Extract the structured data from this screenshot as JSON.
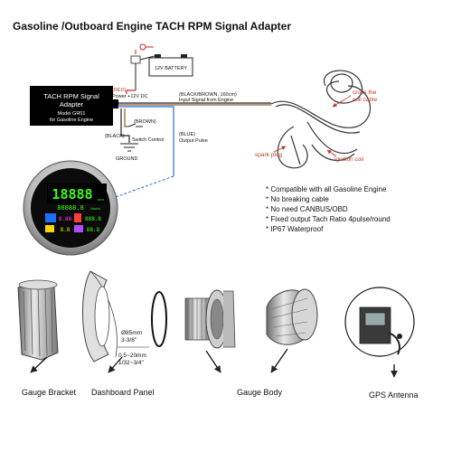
{
  "title": "Gasoline /Outboard Engine TACH RPM Signal Adapter",
  "adapter": {
    "line1": "TACH RPM Signal",
    "line2": "Adapter",
    "model": "Model GR01",
    "purpose": "for Gasoline Engine"
  },
  "battery_label": "12V BATTERY",
  "wires": {
    "red_color": "(RED)",
    "red_desc": "Power +12V DC",
    "input_color": "(BLACK/BROWN, 160cm)",
    "input_desc": "Input Signal from Engine",
    "brown_color": "(BROWN)",
    "brown_desc": "Switch Control",
    "black_color": "(BLACK)",
    "ground": "GROUND",
    "blue_color": "(BLUE)",
    "blue_desc": "Output Pulse"
  },
  "engine": {
    "cross_line1": "cross the",
    "cross_line2": "coil cable",
    "spark_plug": "spark plug",
    "ignition_coil": "ignition coil"
  },
  "gauge_display": {
    "rpm": "18888",
    "rpm_unit": "rpm",
    "hours": "88888.8",
    "hours_unit": "Hours",
    "v1": "8.88",
    "v2": "888.8",
    "v3": "8.8",
    "v4": "88.8"
  },
  "features": [
    "* Compatible with all Gasoline Engine",
    "* No breaking cable",
    "* No need CANBUS/OBD",
    "* Fixed output Tach Ratio 4pulse/round",
    "* IP67 Waterproof"
  ],
  "dimensions": {
    "diameter": "Ø85mm",
    "diameter_in": "3-3/8\"",
    "thickness": "0.5~20mm",
    "thickness_in": "1/32~3/4\""
  },
  "parts": {
    "bracket": "Gauge Bracket",
    "panel": "Dashboard Panel",
    "body": "Gauge Body",
    "antenna": "GPS Antenna"
  },
  "colors": {
    "red_wire": "#d42020",
    "blue_wire": "#2a6fd6",
    "brown_wire": "#8b5a2b",
    "label_red": "#c0392b",
    "display_green": "#39ff14"
  }
}
